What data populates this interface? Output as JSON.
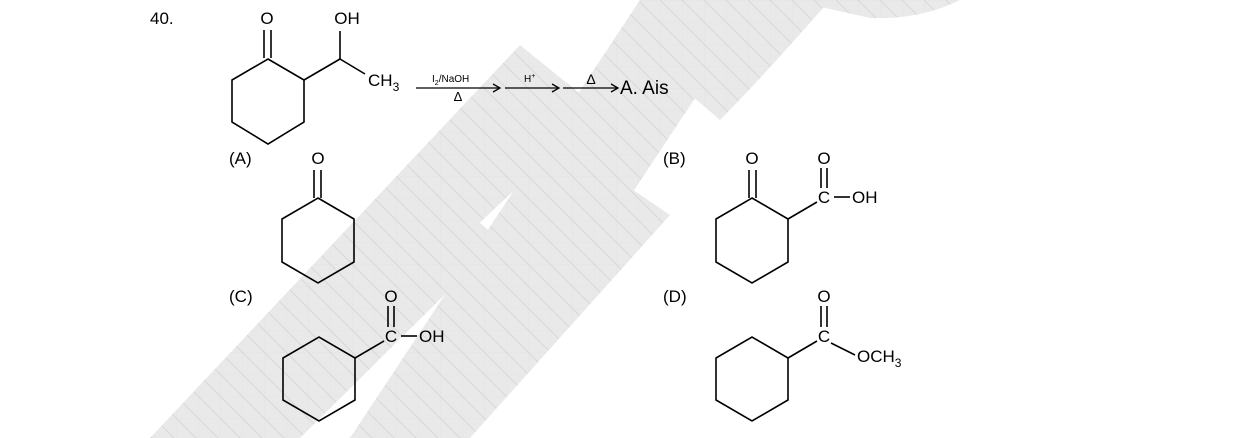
{
  "question": {
    "number": "40.",
    "reactant": {
      "ketone_o": "O",
      "hydroxyl": "OH",
      "methyl": "CH",
      "methyl_sub": "3"
    },
    "reaction": {
      "step1_reagent": "I",
      "step1_reagent_sub": "2",
      "step1_reagent_rest": "/NaOH",
      "step1_condition": "Δ",
      "step2_reagent": "H",
      "step2_reagent_sup": "+",
      "step3_condition": "Δ",
      "prompt": "A. Ais"
    },
    "options": [
      {
        "label": "(A)",
        "atoms": {
          "o": "O"
        }
      },
      {
        "label": "(B)",
        "atoms": {
          "o_ring": "O",
          "o_acid": "O",
          "c": "C",
          "oh": "OH"
        }
      },
      {
        "label": "(C)",
        "atoms": {
          "o": "O",
          "c": "C",
          "oh": "OH"
        }
      },
      {
        "label": "(D)",
        "atoms": {
          "o": "O",
          "c": "C",
          "och": "OCH",
          "och_sub": "3"
        }
      }
    ]
  },
  "colors": {
    "ink": "#000000",
    "watermark": "#e4e4e4",
    "watermark_grid": "#cfcfcf"
  }
}
